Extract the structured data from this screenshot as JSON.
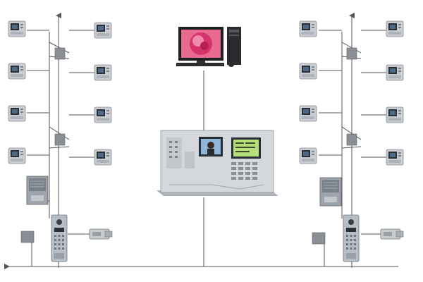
{
  "diagram": {
    "description_visible_text": "",
    "colors": {
      "line": "#555555",
      "monitor_body": "#c9cdd2",
      "monitor_screen": "#2a2f36",
      "junction": "#8a8f96",
      "panel": "#b8bec6",
      "console": "#d4d8dd",
      "console_display": "#b7e07a",
      "rose": "#d6336c",
      "pc_screen_frame": "#1d1f22"
    },
    "groups": [
      {
        "id": "left",
        "monitors_per_side": 4
      },
      {
        "id": "right",
        "monitors_per_side": 4
      }
    ],
    "center": {
      "pc": "desktop-computer",
      "console": "management-console"
    }
  }
}
